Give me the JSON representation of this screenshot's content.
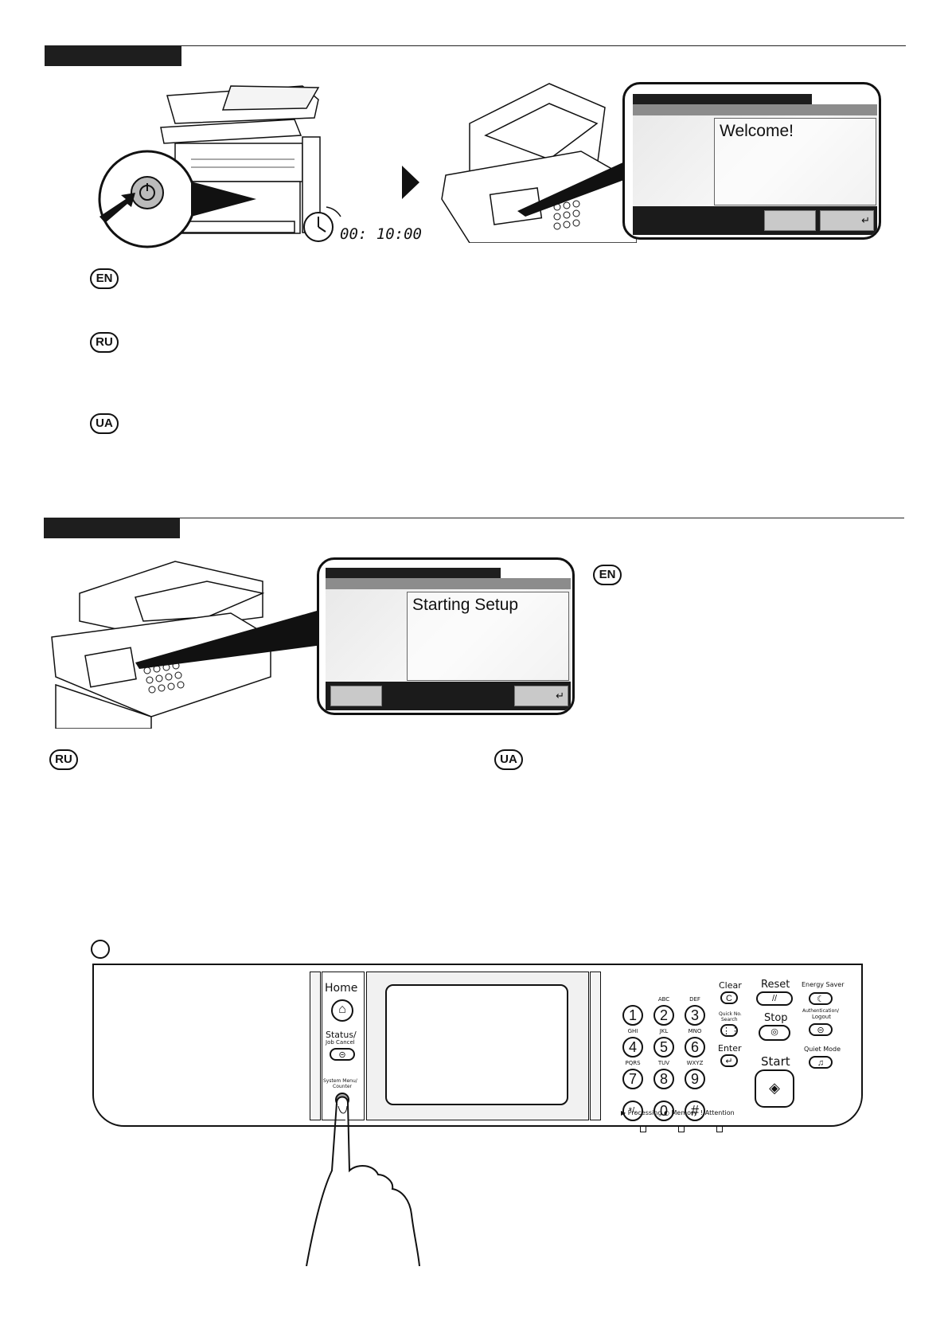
{
  "step1": {
    "timer": "00: 10:00",
    "screen_message": "Welcome!",
    "lang_en": "EN",
    "lang_ru": "RU",
    "lang_ua": "UA"
  },
  "step2": {
    "screen_message": "Starting Setup",
    "lang_en": "EN",
    "lang_ru": "RU",
    "lang_ua": "UA"
  },
  "panel": {
    "home": "Home",
    "status": "Status/",
    "job_cancel": "Job Cancel",
    "system_menu": "System Menu/",
    "counter": "Counter",
    "keys": [
      "1",
      "2",
      "3",
      "4",
      "5",
      "6",
      "7",
      "8",
      "9",
      "*/.",
      "0",
      "#"
    ],
    "key_letters": [
      "",
      "ABC",
      "DEF",
      "GHI",
      "JKL",
      "MNO",
      "PQRS",
      "TUV",
      "WXYZ",
      "",
      "",
      ""
    ],
    "clear": "Clear",
    "quick_no": "Quick No.",
    "search": "Search",
    "enter": "Enter",
    "reset": "Reset",
    "stop": "Stop",
    "start": "Start",
    "energy_saver": "Energy Saver",
    "authentication": "Authentication/",
    "logout": "Logout",
    "quiet_mode": "Quiet Mode",
    "processing": "Processing",
    "memory": "Memory",
    "attention": "Attention"
  }
}
